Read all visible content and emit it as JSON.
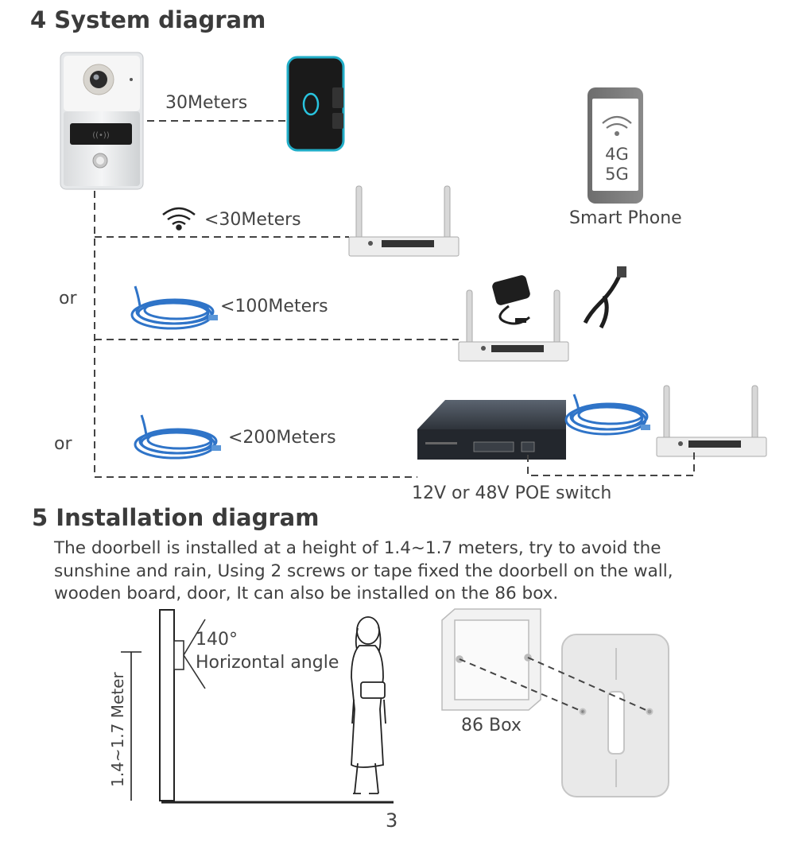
{
  "sections": {
    "system": {
      "title": "4 System diagram"
    },
    "installation": {
      "title": "5  Installation diagram",
      "paragraph": [
        "The doorbell is installed at a height of 1.4~1.7 meters, try to avoid the",
        "sunshine and rain, Using 2 screws or tape fixed the doorbell on the wall,",
        "wooden board, door, It can also be installed on the 86 box."
      ]
    }
  },
  "system_diagram": {
    "distances": {
      "chime": "30Meters",
      "wifi": "<30Meters",
      "cable": "<100Meters",
      "poe_cable": "<200Meters"
    },
    "or_labels": [
      "or",
      "or"
    ],
    "phone": {
      "line1": "4G",
      "line2": "5G",
      "caption": "Smart Phone"
    },
    "poe_switch_caption": "12V or 48V POE switch"
  },
  "installation_diagram": {
    "angle": "140°",
    "angle_caption": "Horizontal angle",
    "height_label": "1.4~1.7 Meter",
    "box_caption": "86 Box",
    "page_number": "3"
  }
}
